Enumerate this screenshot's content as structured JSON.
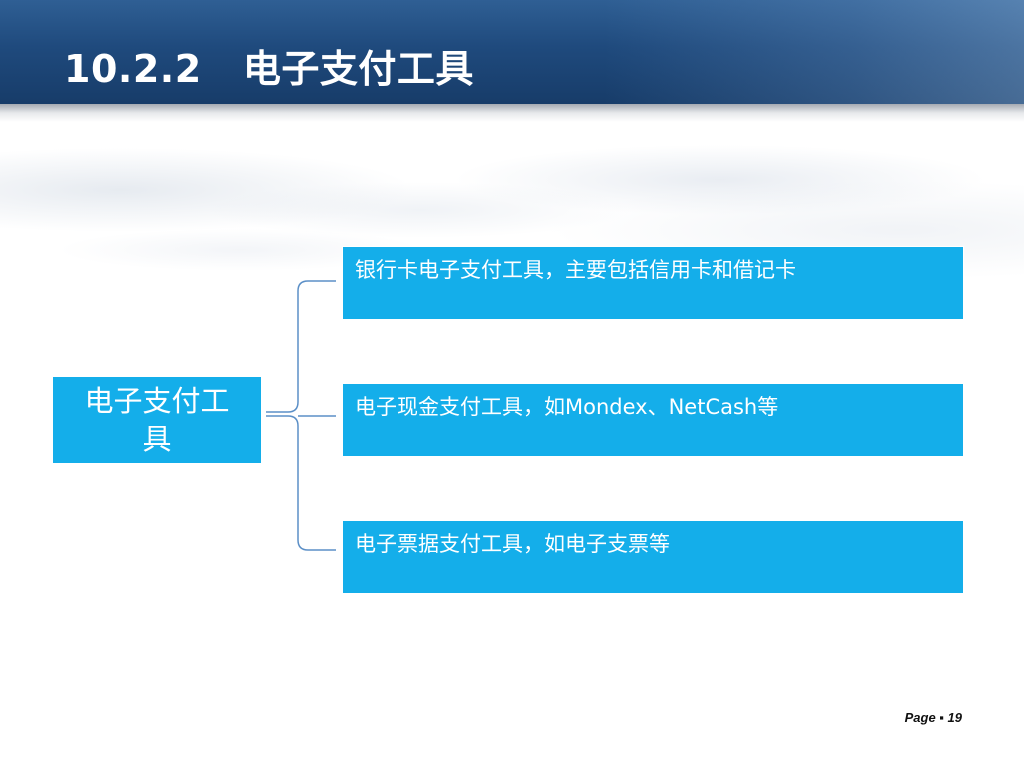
{
  "slide": {
    "title": "10.2.2   电子支付工具"
  },
  "diagram": {
    "root": "电子支付工具",
    "items": [
      "银行卡电子支付工具，主要包括信用卡和借记卡",
      "电子现金支付工具，如Mondex、NetCash等",
      "电子票据支付工具，如电子支票等"
    ]
  },
  "footer": {
    "page_label": "Page  ▪  19"
  },
  "colors": {
    "header": "#1f4a7d",
    "box_fill": "#14aeea",
    "connector": "#5b8fc7"
  }
}
